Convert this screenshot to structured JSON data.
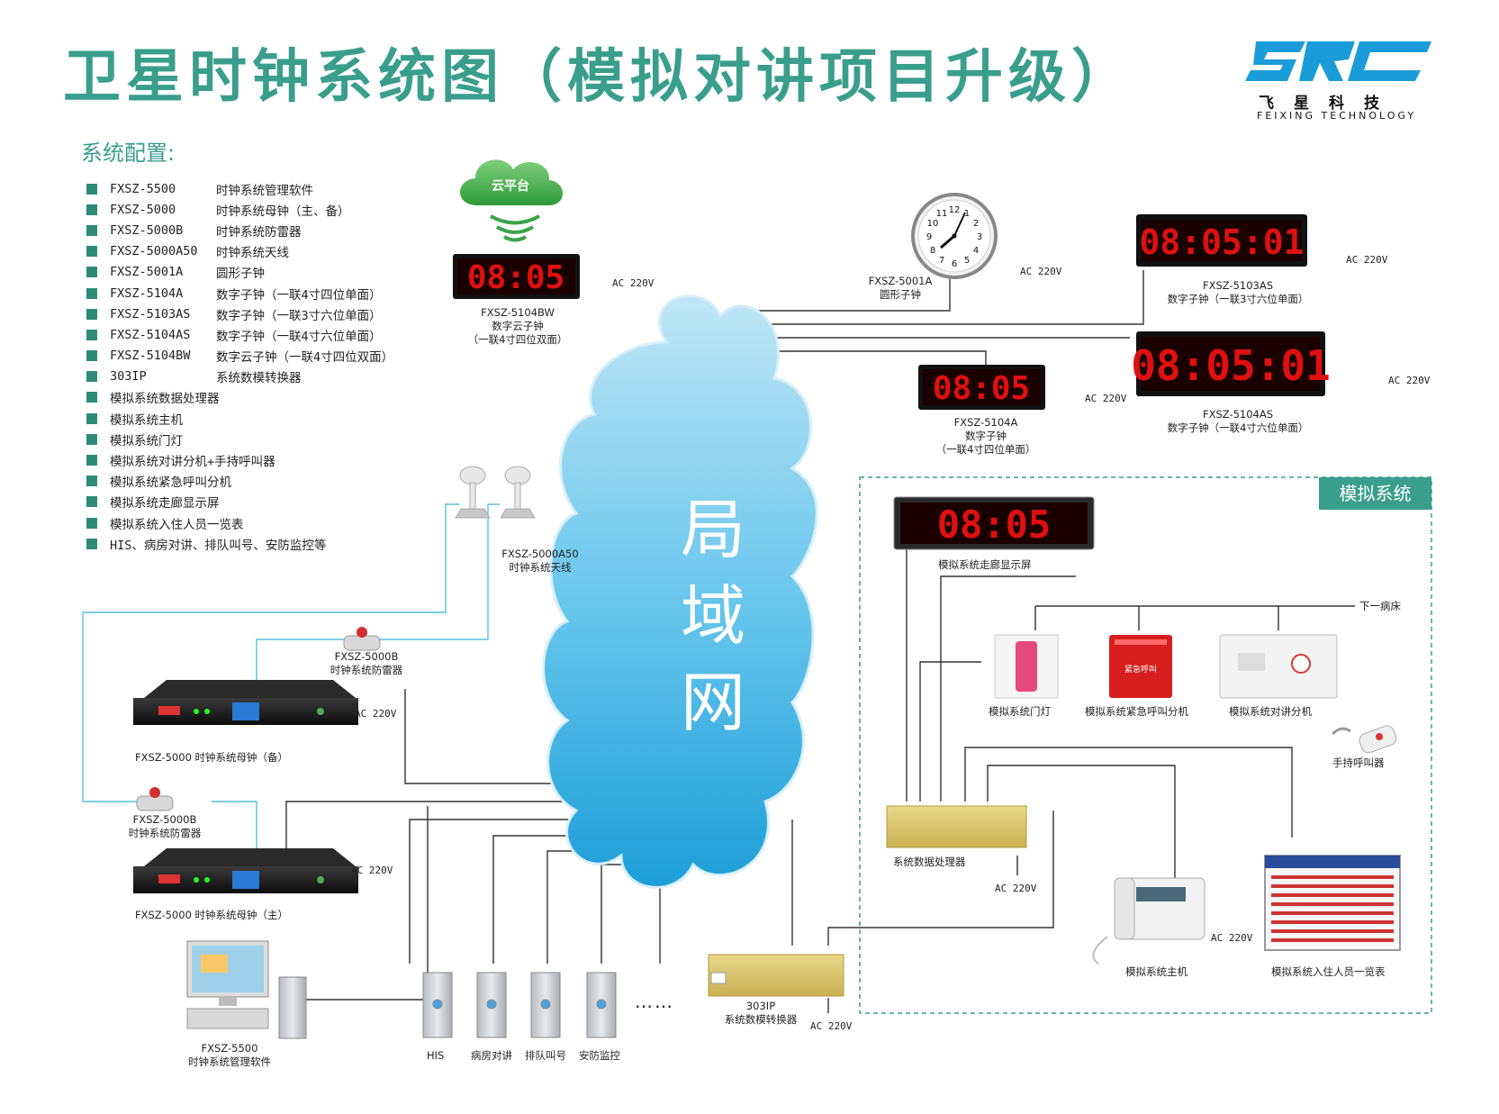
{
  "title": "卫星时钟系统图（模拟对讲项目升级）",
  "logo": {
    "mark": "SRC",
    "cn": "飞星科技",
    "en": "FEIXING TECHNOLOGY",
    "color": "#1a9cd8"
  },
  "config": {
    "heading": "系统配置:",
    "items": [
      {
        "model": "FXSZ-5500",
        "desc": "时钟系统管理软件"
      },
      {
        "model": "FXSZ-5000",
        "desc": "时钟系统母钟（主、备）"
      },
      {
        "model": "FXSZ-5000B",
        "desc": "时钟系统防雷器"
      },
      {
        "model": "FXSZ-5000A50",
        "desc": "时钟系统天线"
      },
      {
        "model": "FXSZ-5001A",
        "desc": "圆形子钟"
      },
      {
        "model": "FXSZ-5104A",
        "desc": "数字子钟（一联4寸四位单面）"
      },
      {
        "model": "FXSZ-5103AS",
        "desc": "数字子钟（一联3寸六位单面）"
      },
      {
        "model": "FXSZ-5104AS",
        "desc": "数字子钟（一联4寸六位单面）"
      },
      {
        "model": "FXSZ-5104BW",
        "desc": "数字云子钟（一联4寸四位双面）"
      },
      {
        "model": "303IP",
        "desc": "系统数模转换器"
      },
      {
        "model": "",
        "desc": "模拟系统数据处理器"
      },
      {
        "model": "",
        "desc": "模拟系统主机"
      },
      {
        "model": "",
        "desc": "模拟系统门灯"
      },
      {
        "model": "",
        "desc": "模拟系统对讲分机+手持呼叫器"
      },
      {
        "model": "",
        "desc": "模拟系统紧急呼叫分机"
      },
      {
        "model": "",
        "desc": "模拟系统走廊显示屏"
      },
      {
        "model": "",
        "desc": "模拟系统入住人员一览表"
      },
      {
        "model": "",
        "desc": "HIS、病房对讲、排队叫号、安防监控等"
      }
    ]
  },
  "cloud_platform": "云平台",
  "lan_label": [
    "局",
    "域",
    "网"
  ],
  "sim_system": "模拟系统",
  "power": "AC 220V",
  "displays": {
    "cloud_clock": "08:05",
    "clock_5104a": "08:05",
    "clock_5103as": "08:05:01",
    "clock_5104as": "08:05:01",
    "corridor": "08:05"
  },
  "labels": {
    "cloud_clock": [
      "FXSZ-5104BW",
      "数字云子钟",
      "（一联4寸四位双面）"
    ],
    "round_clock": [
      "FXSZ-5001A",
      "圆形子钟"
    ],
    "clock_5103as": [
      "FXSZ-5103AS",
      "数字子钟（一联3寸六位单面）"
    ],
    "clock_5104a": [
      "FXSZ-5104A",
      "数字子钟",
      "（一联4寸四位单面）"
    ],
    "clock_5104as": [
      "FXSZ-5104AS",
      "数字子钟（一联4寸六位单面）"
    ],
    "antenna": [
      "FXSZ-5000A50",
      "时钟系统天线"
    ],
    "arrester_top": [
      "FXSZ-5000B",
      "时钟系统防雷器"
    ],
    "arrester_bottom": [
      "FXSZ-5000B",
      "时钟系统防雷器"
    ],
    "master_backup": "FXSZ-5000   时钟系统母钟（备）",
    "master_main": "FXSZ-5000   时钟系统母钟（主）",
    "software": [
      "FXSZ-5500",
      "时钟系统管理软件"
    ],
    "converter": [
      "303IP",
      "系统数模转换器"
    ],
    "corridor": "模拟系统走廊显示屏",
    "next_bed": "下一病床",
    "door_light": "模拟系统门灯",
    "emergency": "模拟系统紧急呼叫分机",
    "intercom": "模拟系统对讲分机",
    "handheld": "手持呼叫器",
    "processor": "系统数据处理器",
    "host": "模拟系统主机",
    "residents": "模拟系统入住人员一览表",
    "servers": [
      "HIS",
      "病房对讲",
      "排队叫号",
      "安防监控"
    ],
    "more": "……"
  },
  "device_text": {
    "emergency_face": "紧急呼叫"
  }
}
